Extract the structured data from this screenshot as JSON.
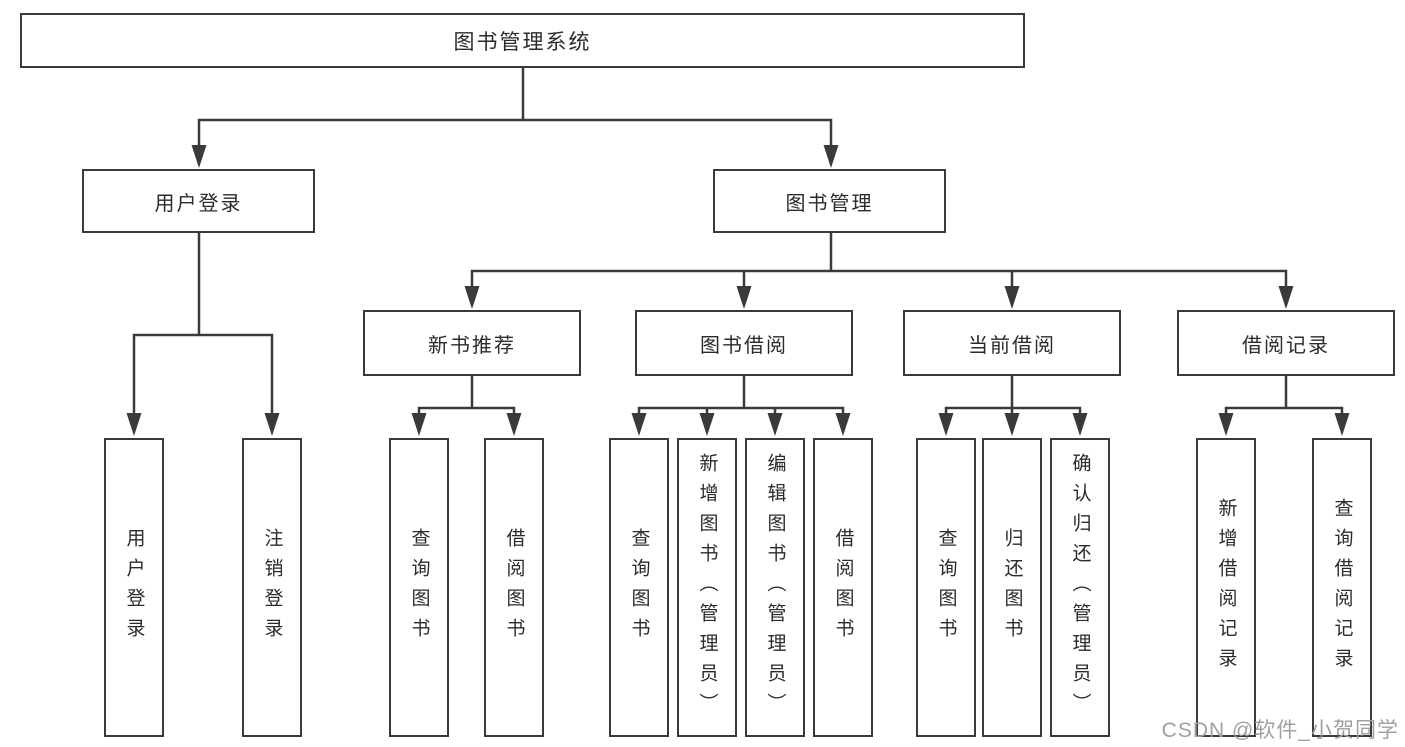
{
  "diagram": {
    "root": {
      "label": "图书管理系统"
    },
    "level2": [
      {
        "label": "用户登录"
      },
      {
        "label": "图书管理"
      }
    ],
    "level3": [
      {
        "label": "新书推荐"
      },
      {
        "label": "图书借阅"
      },
      {
        "label": "当前借阅"
      },
      {
        "label": "借阅记录"
      }
    ],
    "leaves": [
      {
        "label": "用户登录"
      },
      {
        "label": "注销登录"
      },
      {
        "label": "查询图书"
      },
      {
        "label": "借阅图书"
      },
      {
        "label": "查询图书"
      },
      {
        "label": "新增图书（管理员）"
      },
      {
        "label": "编辑图书（管理员）"
      },
      {
        "label": "借阅图书"
      },
      {
        "label": "查询图书"
      },
      {
        "label": "归还图书"
      },
      {
        "label": "确认归还（管理员）"
      },
      {
        "label": "新增借阅记录"
      },
      {
        "label": "查询借阅记录"
      }
    ],
    "watermark": "CSDN @软件_小贺同学",
    "colors": {
      "line": "#3a3a3a",
      "text": "#2b2b2b",
      "watermark": "#a0a0a0",
      "background": "#ffffff"
    }
  }
}
